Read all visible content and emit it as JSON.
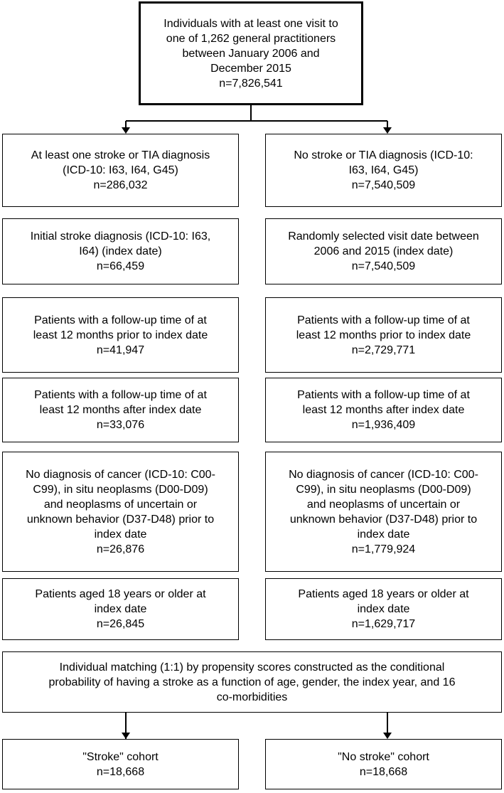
{
  "flowchart": {
    "top": {
      "text": "Individuals with at least one visit to\none of 1,262 general practitioners\nbetween January 2006 and\nDecember 2015",
      "n": "n=7,826,541"
    },
    "left": [
      {
        "text": "At least one stroke or TIA diagnosis\n(ICD-10: I63, I64, G45)",
        "n": "n=286,032"
      },
      {
        "text": "Initial stroke diagnosis (ICD-10: I63,\nI64) (index date)",
        "n": "n=66,459"
      },
      {
        "text": "Patients with a follow-up time of at\nleast 12 months prior to index date",
        "n": "n=41,947"
      },
      {
        "text": "Patients with a follow-up time of at\nleast 12 months after index date",
        "n": "n=33,076"
      },
      {
        "text": "No diagnosis of cancer (ICD-10: C00-\nC99), in situ neoplasms (D00-D09)\nand neoplasms of uncertain or\nunknown behavior (D37-D48) prior to\nindex date",
        "n": "n=26,876"
      },
      {
        "text": "Patients aged 18 years or older at\nindex date",
        "n": "n=26,845"
      }
    ],
    "right": [
      {
        "text": "No stroke or TIA diagnosis (ICD-10:\nI63, I64, G45)",
        "n": "n=7,540,509"
      },
      {
        "text": "Randomly selected visit date between\n2006 and 2015 (index date)",
        "n": "n=7,540,509"
      },
      {
        "text": "Patients with a follow-up time of at\nleast 12 months prior to index date",
        "n": "n=2,729,771"
      },
      {
        "text": "Patients with a follow-up time of at\nleast 12 months after index date",
        "n": "n=1,936,409"
      },
      {
        "text": "No diagnosis of cancer (ICD-10: C00-\nC99), in situ neoplasms (D00-D09)\nand neoplasms of uncertain or\nunknown behavior (D37-D48) prior to\nindex date",
        "n": "n=1,779,924"
      },
      {
        "text": "Patients aged 18 years or older at\nindex date",
        "n": "n=1,629,717"
      }
    ],
    "matching": {
      "text": "Individual matching (1:1) by propensity scores constructed as the conditional\nprobability of having a stroke  as a function of age, gender, the index year, and 16\nco-morbidities"
    },
    "cohorts": [
      {
        "text": "\"Stroke\" cohort",
        "n": "n=18,668"
      },
      {
        "text": "\"No stroke\" cohort",
        "n": "n=18,668"
      }
    ]
  }
}
